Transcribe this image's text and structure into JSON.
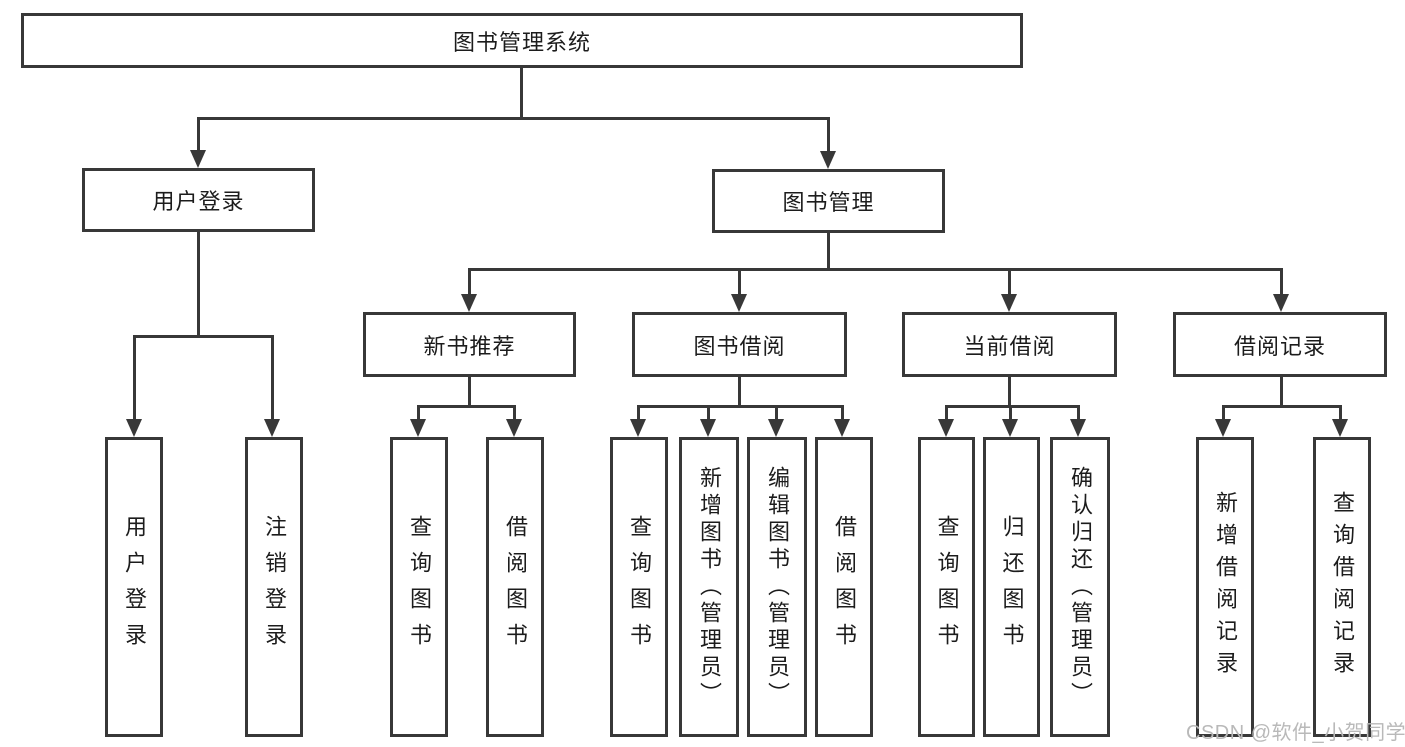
{
  "diagram": {
    "root": {
      "label": "图书管理系统"
    },
    "level2": [
      {
        "label": "用户登录"
      },
      {
        "label": "图书管理"
      }
    ],
    "level3": [
      {
        "label": "新书推荐"
      },
      {
        "label": "图书借阅"
      },
      {
        "label": "当前借阅"
      },
      {
        "label": "借阅记录"
      }
    ],
    "leaves": {
      "user_login": [
        "用户登录",
        "注销登录"
      ],
      "new_book": [
        "查询图书",
        "借阅图书"
      ],
      "book_borrow": [
        "查询图书",
        "新增图书（管理员）",
        "编辑图书（管理员）",
        "借阅图书"
      ],
      "current_borrow": [
        "查询图书",
        "归还图书",
        "确认归还（管理员）"
      ],
      "records": [
        "新增借阅记录",
        "查询借阅记录"
      ]
    },
    "watermark": "CSDN @软件_小贺同学",
    "colors": {
      "line": "#383838",
      "text": "#1c1c1c",
      "watermark": "#b9b9b9",
      "background": "#ffffff"
    }
  }
}
